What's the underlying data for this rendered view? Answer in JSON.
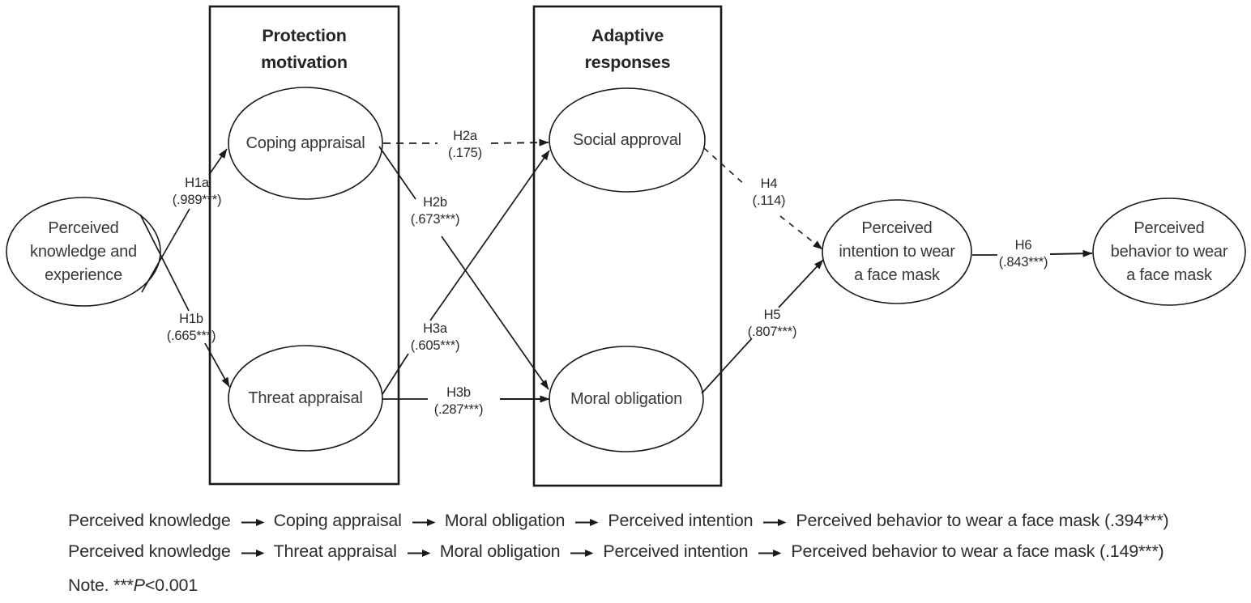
{
  "diagram": {
    "groups": {
      "protection": {
        "title": "Protection\nmotivation"
      },
      "adaptive": {
        "title": "Adaptive\nresponses"
      }
    },
    "nodes": {
      "knowledge": {
        "label": "Perceived\nknowledge and\nexperience"
      },
      "coping": {
        "label": "Coping appraisal"
      },
      "threat": {
        "label": "Threat appraisal"
      },
      "social": {
        "label": "Social approval"
      },
      "moral": {
        "label": "Moral obligation"
      },
      "intention": {
        "label": "Perceived\nintention to wear\na face mask"
      },
      "behavior": {
        "label": "Perceived\nbehavior to wear\na face mask"
      }
    },
    "paths": {
      "h1a": {
        "name": "H1a",
        "value": "(.989***)",
        "from": "knowledge",
        "to": "coping",
        "style": "solid"
      },
      "h1b": {
        "name": "H1b",
        "value": "(.665***)",
        "from": "knowledge",
        "to": "threat",
        "style": "solid"
      },
      "h2a": {
        "name": "H2a",
        "value": "(.175)",
        "from": "coping",
        "to": "social",
        "style": "dashed"
      },
      "h2b": {
        "name": "H2b",
        "value": "(.673***)",
        "from": "coping",
        "to": "moral",
        "style": "solid"
      },
      "h3a": {
        "name": "H3a",
        "value": "(.605***)",
        "from": "threat",
        "to": "social",
        "style": "solid"
      },
      "h3b": {
        "name": "H3b",
        "value": "(.287***)",
        "from": "threat",
        "to": "moral",
        "style": "solid"
      },
      "h4": {
        "name": "H4",
        "value": "(.114)",
        "from": "social",
        "to": "intention",
        "style": "dashed"
      },
      "h5": {
        "name": "H5",
        "value": "(.807***)",
        "from": "moral",
        "to": "intention",
        "style": "solid"
      },
      "h6": {
        "name": "H6",
        "value": "(.843***)",
        "from": "intention",
        "to": "behavior",
        "style": "solid"
      }
    }
  },
  "summary": {
    "rows": [
      {
        "segments": [
          "Perceived knowledge",
          "Coping appraisal",
          "Moral obligation",
          "Perceived intention",
          "Perceived behavior to wear a face mask (.394***)"
        ]
      },
      {
        "segments": [
          "Perceived knowledge",
          "Threat appraisal",
          "Moral obligation",
          "Perceived intention",
          "Perceived behavior to wear a face mask (.149***)"
        ]
      }
    ],
    "note": {
      "prefix": "Note. ***",
      "p": "P",
      "suffix": "<0.001"
    }
  },
  "colors": {
    "ink": "#2b2a2a",
    "line": "#1a1a1a",
    "background": "#ffffff"
  }
}
